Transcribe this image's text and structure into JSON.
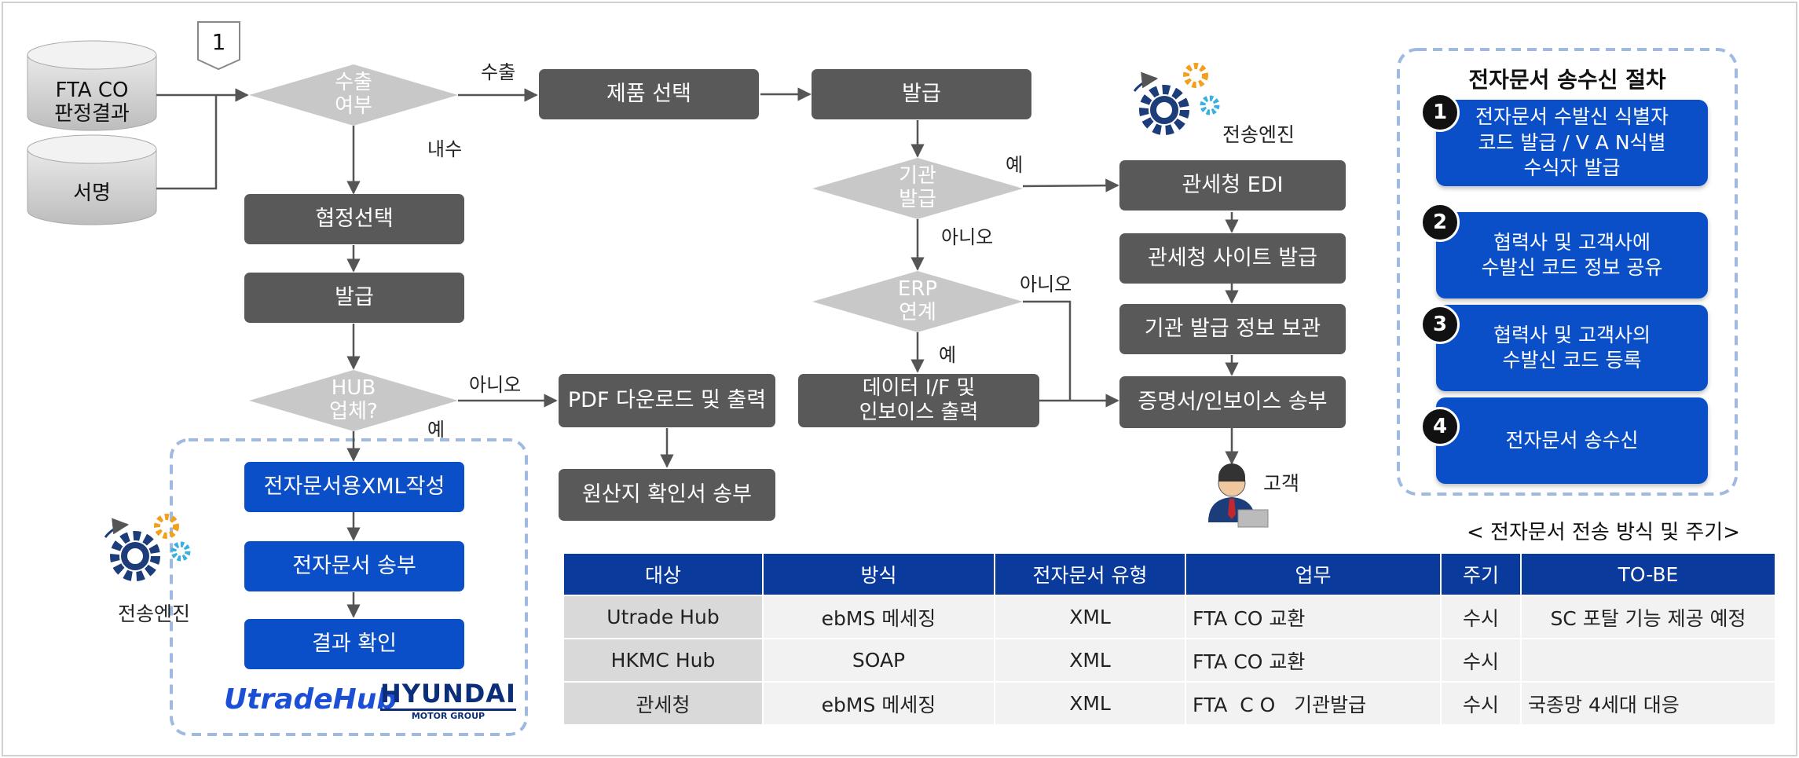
{
  "colors": {
    "dark_box": "#595959",
    "blue_box": "#0a4fc8",
    "diamond": "#c8c8c8",
    "dashed_border": "#9fb9e0",
    "table_header": "#0a3a9c"
  },
  "inputs": {
    "fta_co": "FTA CO\n판정결과",
    "signature": "서명",
    "flag": "1"
  },
  "decisions": {
    "export": "수출\n여부",
    "hub": "HUB\n업체?",
    "agency": "기관\n발급",
    "erp": "ERP\n연계"
  },
  "boxes": {
    "agreement": "협정선택",
    "issue_left": "발급",
    "product": "제품 선택",
    "issue_top": "발급",
    "pdf": "PDF 다운로드 및 출력",
    "origin": "원산지 확인서 송부",
    "xml": "전자문서용XML작성",
    "send_doc": "전자문서 송부",
    "result": "결과 확인",
    "data_if": "데이터 I/F 및\n인보이스 출력",
    "customs_edi": "관세청 EDI",
    "customs_site": "관세청 사이트 발급",
    "agency_keep": "기관 발급 정보 보관",
    "cert_send": "증명서/인보이스 송부"
  },
  "edge_labels": {
    "export_yes": "수출",
    "domestic": "내수",
    "no_pdf": "아니오",
    "yes_hub": "예",
    "yes_agency": "예",
    "no_agency": "아니오",
    "no_erp": "아니오",
    "yes_erp": "예"
  },
  "engine_left": "전송엔진",
  "engine_right": "전송엔진",
  "customer": "고객",
  "logos": {
    "utrade": "UtradeHub",
    "hyundai": "HYUNDAI",
    "hyundai_sub": "MOTOR GROUP"
  },
  "procedure": {
    "title": "전자문서 송수신 절차",
    "steps": [
      {
        "num": "1",
        "text": "전자문서 수발신 식별자\n코드 발급 / V A N식별\n수식자 발급"
      },
      {
        "num": "2",
        "text": "협력사 및 고객사에\n수발신 코드 정보 공유"
      },
      {
        "num": "3",
        "text": "협력사 및 고객사의\n수발신 코드 등록"
      },
      {
        "num": "4",
        "text": "전자문서 송수신"
      }
    ]
  },
  "table": {
    "caption": "< 전자문서 전송 방식 및 주기>",
    "headers": [
      "대상",
      "방식",
      "전자문서 유형",
      "업무",
      "주기",
      "TO-BE"
    ],
    "rows": [
      [
        "Utrade Hub",
        "ebMS 메세징",
        "XML",
        "FTA CO 교환",
        "수시",
        "SC 포탈 기능 제공 예정"
      ],
      [
        "HKMC Hub",
        "SOAP",
        "XML",
        "FTA CO 교환",
        "수시",
        ""
      ],
      [
        "관세청",
        "ebMS 메세징",
        "XML",
        "FTA  C O   기관발급",
        "수시",
        "국종망 4세대 대응"
      ]
    ]
  }
}
